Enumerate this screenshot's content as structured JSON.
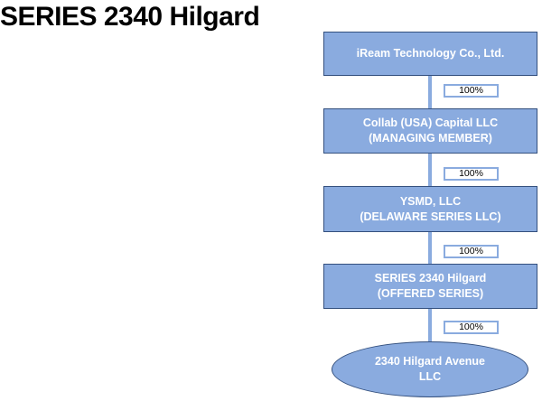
{
  "title": "SERIES 2340 Hilgard",
  "nodes": [
    {
      "line1": "iReam Technology Co., Ltd.",
      "line2": ""
    },
    {
      "line1": "Collab (USA) Capital LLC",
      "line2": "(MANAGING MEMBER)"
    },
    {
      "line1": "YSMD, LLC",
      "line2": "(DELAWARE SERIES LLC)"
    },
    {
      "line1": "SERIES 2340 Hilgard",
      "line2": "(OFFERED SERIES)"
    },
    {
      "line1": "2340 Hilgard Avenue",
      "line2": "LLC"
    }
  ],
  "ownership": [
    "100%",
    "100%",
    "100%",
    "100%"
  ],
  "colors": {
    "node_fill": "#8aabdf",
    "node_border": "#34507e"
  }
}
